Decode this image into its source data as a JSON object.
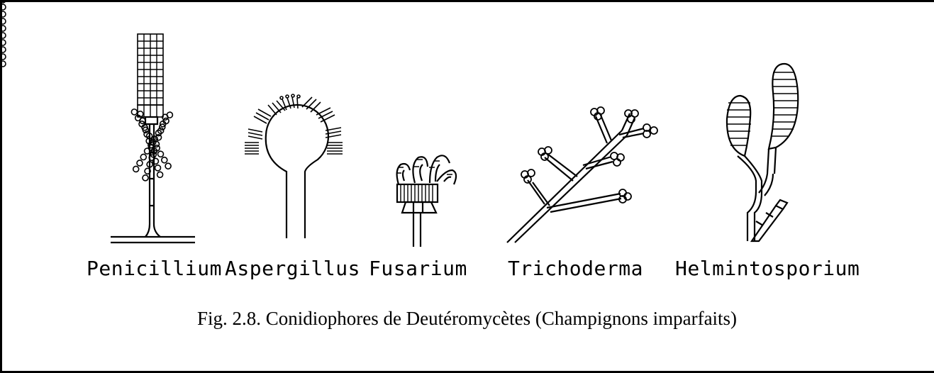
{
  "labels": {
    "penicillium": "Penicillium",
    "aspergillus": "Aspergillus",
    "fusarium": "Fusarium",
    "trichoderma": "Trichoderma",
    "helmintosporium": "Helmintosporium"
  },
  "caption": "Fig. 2.8. Conidiophores de Deutéromycètes (Champignons imparfaits)",
  "colors": {
    "ink": "#000000",
    "background": "#ffffff"
  }
}
